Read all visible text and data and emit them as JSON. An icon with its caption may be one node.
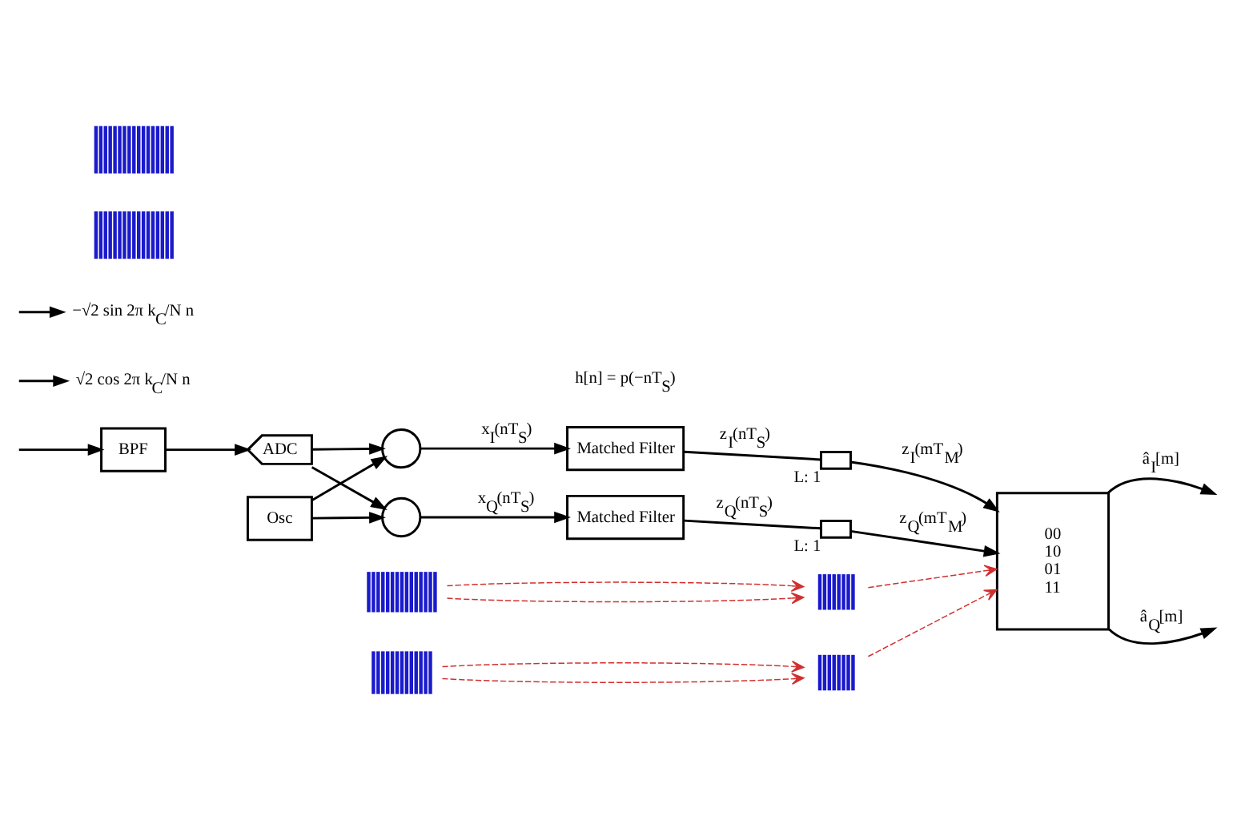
{
  "diagram": {
    "nodes": [
      {
        "text": [
          "BPF"
        ]
      },
      {
        "text": [
          "ADC"
        ]
      },
      {
        "text": [],
        "shape": "circle"
      },
      {
        "text": [],
        "shape": "circle"
      },
      {
        "text": [
          "Osc"
        ]
      },
      {
        "text": [
          "Matched Filter"
        ]
      },
      {
        "text": [
          "Matched Filter"
        ]
      },
      {
        "text": [],
        "shape": "switch",
        "beside": [
          "L: 1"
        ]
      },
      {
        "text": [],
        "shape": "switch",
        "beside": [
          "L: 1"
        ]
      },
      {
        "text": [
          "00",
          "10",
          "01",
          "11"
        ]
      },
      {
        "text": [
          "√2 cos 2π k$_{C}$/N n"
        ]
      },
      {
        "text": [
          "−√2 sin 2π k$_{C}$/N n"
        ]
      },
      {
        "text": [],
        "shape": "picture"
      },
      {
        "text": [],
        "shape": "picture"
      },
      {
        "text": [],
        "shape": "picture"
      },
      {
        "text": [],
        "shape": "picture"
      },
      {
        "text": [],
        "shape": "picture"
      },
      {
        "text": [],
        "shape": "picture"
      }
    ],
    "edges": [
      {
        "from": null,
        "to": 0,
        "arrow": "to"
      },
      {
        "from": 0,
        "to": 1,
        "arrow": "to"
      },
      {
        "from": 1,
        "to": 2,
        "arrow": "to"
      },
      {
        "from": 1,
        "to": 3,
        "arrow": "to"
      },
      {
        "from": 4,
        "to": 2,
        "arrow": "to"
      },
      {
        "from": 4,
        "to": 3,
        "arrow": "to"
      },
      {
        "from": 2,
        "to": 5,
        "arrow": "to",
        "label": "x$_{I}$(nT$_{S}$)"
      },
      {
        "from": 3,
        "to": 6,
        "arrow": "to",
        "label": "x$_{Q}$(nT$_{S}$)"
      },
      {
        "from": 5,
        "to": 7,
        "arrow": "none",
        "label": "z$_{I}$(nT$_{S}$)"
      },
      {
        "from": 6,
        "to": 8,
        "arrow": "none",
        "label": "z$_{Q}$(nT$_{S}$)"
      },
      {
        "from": 7,
        "to": 9,
        "arrow": "to",
        "label": "z$_{I}$(mT$_{M}$)"
      },
      {
        "from": 8,
        "to": 9,
        "arrow": "to",
        "label": "z$_{Q}$(mT$_{M}$)"
      },
      {
        "from": 9,
        "to": null,
        "arrow": "to",
        "label": "â$_{I}$[m]"
      },
      {
        "from": 9,
        "to": null,
        "arrow": "to",
        "label": "â$_{Q}$[m]"
      },
      {
        "from": null,
        "to": 10,
        "arrow": "to"
      },
      {
        "from": null,
        "to": 11,
        "arrow": "to"
      },
      {
        "from": 13,
        "to": 14,
        "arrow": "to",
        "style": "dashed",
        "color": "#d03030"
      },
      {
        "from": 13,
        "to": 14,
        "arrow": "to",
        "style": "dashed",
        "color": "#d03030"
      },
      {
        "from": 14,
        "to": 9,
        "arrow": "to",
        "style": "dashed",
        "color": "#d03030"
      },
      {
        "from": 16,
        "to": 17,
        "arrow": "to",
        "style": "dashed",
        "color": "#d03030"
      },
      {
        "from": 16,
        "to": 17,
        "arrow": "to",
        "style": "dashed",
        "color": "#d03030"
      },
      {
        "from": 17,
        "to": 9,
        "arrow": "to",
        "style": "dashed",
        "color": "#d03030"
      }
    ],
    "labels": [
      "h[n] = p(−nT$_{S}$)"
    ]
  }
}
